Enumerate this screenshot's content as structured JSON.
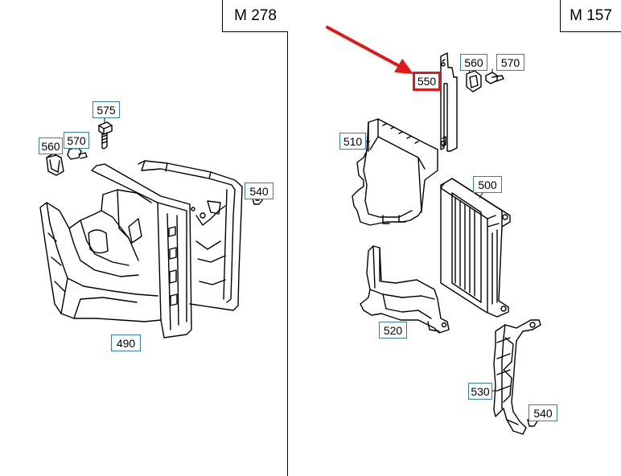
{
  "panels": {
    "left": {
      "engine_code": "M 278"
    },
    "right": {
      "engine_code": "M 157"
    }
  },
  "callouts": {
    "c575": "575",
    "c560_left": "560",
    "c570_left": "570",
    "c540_left": "540",
    "c490": "490",
    "c550": "550",
    "c560_right": "560",
    "c570_right": "570",
    "c510": "510",
    "c500": "500",
    "c520": "520",
    "c530": "530",
    "c540_right": "540"
  },
  "highlight": {
    "target": "550",
    "color": "#e11919"
  },
  "colors": {
    "callout_border": "#3a7ea1",
    "line": "#000000"
  }
}
